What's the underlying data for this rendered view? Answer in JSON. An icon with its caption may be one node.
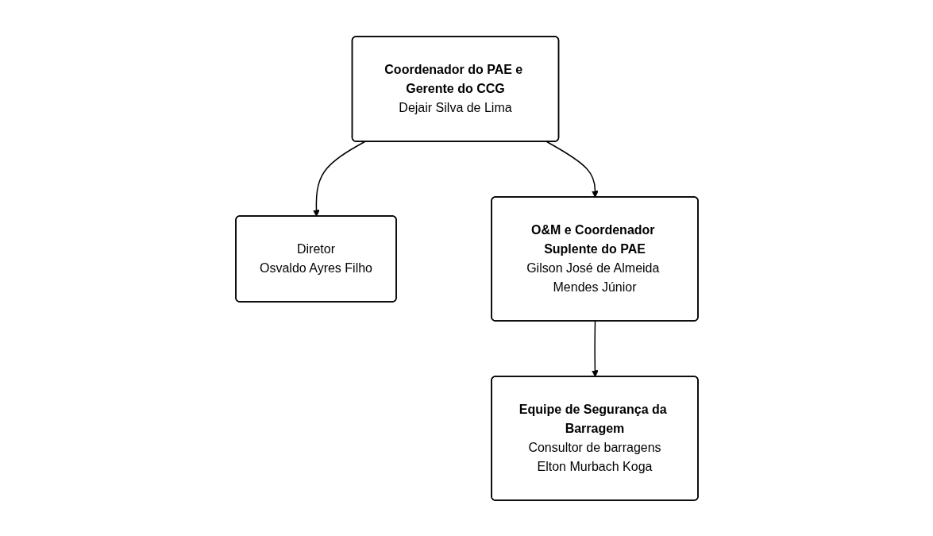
{
  "diagram": {
    "nodes": [
      {
        "text": [
          "Coordenador do PAE e Gerente do CCG",
          "Dejair Silva de Lima"
        ]
      },
      {
        "text": [
          "Diretor",
          "Osvaldo Ayres Filho"
        ]
      },
      {
        "text": [
          "O&M e Coordenador Suplente do PAE",
          "Gilson José de Almeida Mendes Júnior"
        ]
      },
      {
        "text": [
          "Equipe de Segurança da Barragem",
          "Consultor de barragens",
          "Elton Murbach Koga"
        ]
      }
    ],
    "edges": [
      {
        "from": 0,
        "to": 1,
        "arrow": "to"
      },
      {
        "from": 0,
        "to": 2,
        "arrow": "to"
      },
      {
        "from": 2,
        "to": 3,
        "arrow": "to"
      }
    ]
  }
}
